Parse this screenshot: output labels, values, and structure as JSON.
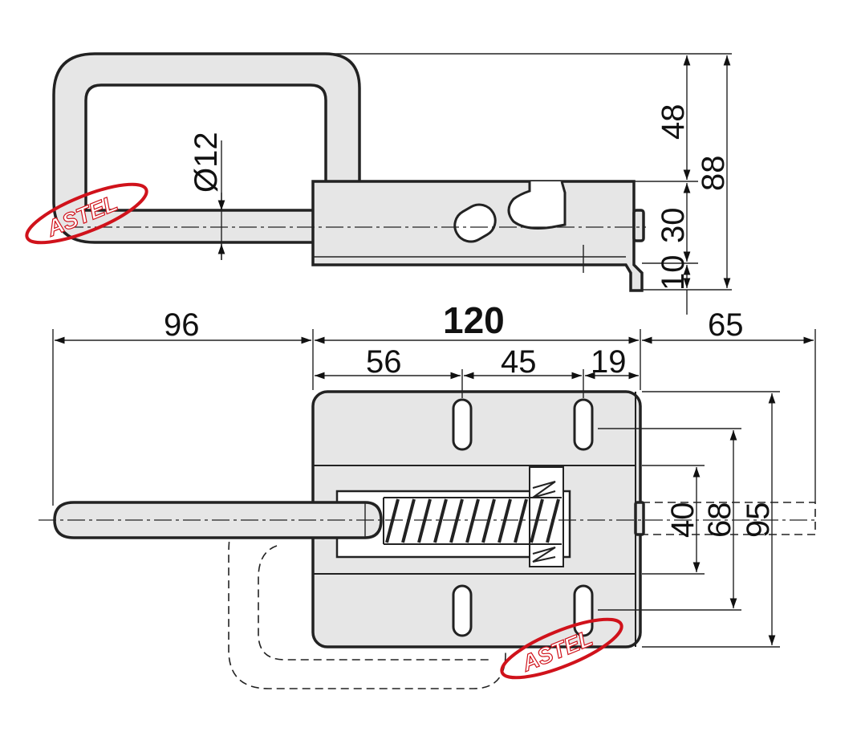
{
  "logo": {
    "text": "ASTEL",
    "color": "#d0121b"
  },
  "dimensions": {
    "diameter": "Ø12",
    "d48": "48",
    "d88": "88",
    "d30": "30",
    "d10": "10",
    "d96": "96",
    "d120": "120",
    "d65": "65",
    "d56": "56",
    "d45": "45",
    "d19": "19",
    "d40": "40",
    "d68": "68",
    "d95": "95"
  }
}
